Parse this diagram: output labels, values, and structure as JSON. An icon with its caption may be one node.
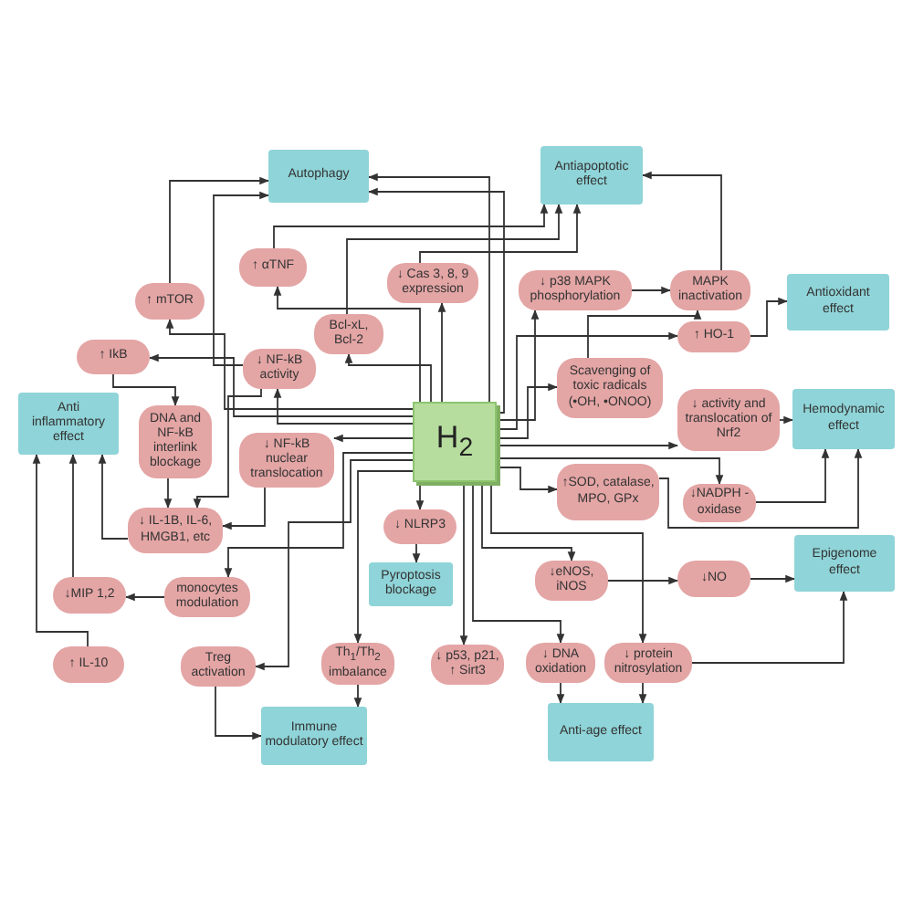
{
  "diagram": {
    "nodes": [
      {
        "text": [
          "H$_{2}$"
        ]
      },
      {
        "text": [
          "Autophagy"
        ]
      },
      {
        "text": [
          "Antiapoptotic effect"
        ]
      },
      {
        "text": [
          "Antioxidant effect"
        ]
      },
      {
        "text": [
          "Anti inflammatory effect"
        ]
      },
      {
        "text": [
          "Hemodynamic effect"
        ]
      },
      {
        "text": [
          "Epigenome effect"
        ]
      },
      {
        "text": [
          "Pyroptosis blockage"
        ]
      },
      {
        "text": [
          "Immune modulatory effect"
        ]
      },
      {
        "text": [
          "Anti-age effect"
        ]
      },
      {
        "text": [
          "↑ mTOR"
        ]
      },
      {
        "text": [
          "↑ αTNF"
        ]
      },
      {
        "text": [
          "↑ IkB"
        ]
      },
      {
        "text": [
          "↓ NF-kB activity"
        ]
      },
      {
        "text": [
          "Bcl-xL, Bcl-2"
        ]
      },
      {
        "text": [
          "↓ Cas 3, 8, 9 expression"
        ]
      },
      {
        "text": [
          "↓ p38 MAPK phosphorylation"
        ]
      },
      {
        "text": [
          "MAPK inactivation"
        ]
      },
      {
        "text": [
          "↑ HO-1"
        ]
      },
      {
        "text": [
          "Scavenging of toxic radicals (•OH, •ONOO)"
        ]
      },
      {
        "text": [
          "↓ activity and translocation of Nrf2"
        ]
      },
      {
        "text": [
          "DNA and NF-kB interlink blockage"
        ]
      },
      {
        "text": [
          "↓ NF-kB nuclear translocation"
        ]
      },
      {
        "text": [
          "↓ IL-1B, IL-6, HMGB1, etc"
        ]
      },
      {
        "text": [
          "↓ NLRP3"
        ]
      },
      {
        "text": [
          "↑SOD, catalase, MPO, GPx"
        ]
      },
      {
        "text": [
          "↓NADPH -oxidase"
        ]
      },
      {
        "text": [
          "↓MIP 1,2"
        ]
      },
      {
        "text": [
          "monocytes modulation"
        ]
      },
      {
        "text": [
          "↓eNOS, iNOS"
        ]
      },
      {
        "text": [
          "↓NO"
        ]
      },
      {
        "text": [
          "↑ IL-10"
        ]
      },
      {
        "text": [
          "Treg activation"
        ]
      },
      {
        "text": [
          "Th$_{1}$/Th$_{2}$ imbalance"
        ]
      },
      {
        "text": [
          "↓ p53, p21, ↑ Sirt3"
        ]
      },
      {
        "text": [
          "↓ DNA oxidation"
        ]
      },
      {
        "text": [
          "↓ protein nitrosylation"
        ]
      }
    ],
    "edges": [
      {
        "from": 0,
        "to": 1,
        "arrow": "to"
      },
      {
        "from": 0,
        "to": 1,
        "arrow": "to"
      },
      {
        "from": 0,
        "to": 11,
        "arrow": "to"
      },
      {
        "from": 0,
        "to": 14,
        "arrow": "to"
      },
      {
        "from": 0,
        "to": 15,
        "arrow": "to"
      },
      {
        "from": 0,
        "to": 16,
        "arrow": "to"
      },
      {
        "from": 0,
        "to": 18,
        "arrow": "to"
      },
      {
        "from": 0,
        "to": 19,
        "arrow": "to"
      },
      {
        "from": 0,
        "to": 20,
        "arrow": "to"
      },
      {
        "from": 0,
        "to": 26,
        "arrow": "to"
      },
      {
        "from": 0,
        "to": 25,
        "arrow": "to"
      },
      {
        "from": 0,
        "to": 24,
        "arrow": "to"
      },
      {
        "from": 0,
        "to": 34,
        "arrow": "to"
      },
      {
        "from": 0,
        "to": 35,
        "arrow": "to"
      },
      {
        "from": 0,
        "to": 29,
        "arrow": "to"
      },
      {
        "from": 0,
        "to": 36,
        "arrow": "to"
      },
      {
        "from": 0,
        "to": 33,
        "arrow": "to"
      },
      {
        "from": 0,
        "to": 32,
        "arrow": "to"
      },
      {
        "from": 0,
        "to": 28,
        "arrow": "to"
      },
      {
        "from": 0,
        "to": 22,
        "arrow": "to"
      },
      {
        "from": 0,
        "to": 13,
        "arrow": "to"
      },
      {
        "from": 0,
        "to": 12,
        "arrow": "to"
      },
      {
        "from": 0,
        "to": 10,
        "arrow": "to"
      },
      {
        "from": 10,
        "to": 1,
        "arrow": "to"
      },
      {
        "from": 13,
        "to": 1,
        "arrow": "to"
      },
      {
        "from": 13,
        "to": 23,
        "arrow": "to"
      },
      {
        "from": 12,
        "to": 21,
        "arrow": "to"
      },
      {
        "from": 21,
        "to": 23,
        "arrow": "to"
      },
      {
        "from": 22,
        "to": 23,
        "arrow": "to"
      },
      {
        "from": 23,
        "to": 4,
        "arrow": "to"
      },
      {
        "from": 27,
        "to": 4,
        "arrow": "to"
      },
      {
        "from": 31,
        "to": 4,
        "arrow": "to"
      },
      {
        "from": 28,
        "to": 27,
        "arrow": "to"
      },
      {
        "from": 32,
        "to": 8,
        "arrow": "to"
      },
      {
        "from": 33,
        "to": 8,
        "arrow": "to"
      },
      {
        "from": 24,
        "to": 7,
        "arrow": "to"
      },
      {
        "from": 35,
        "to": 9,
        "arrow": "to"
      },
      {
        "from": 36,
        "to": 9,
        "arrow": "to"
      },
      {
        "from": 36,
        "to": 6,
        "arrow": "to"
      },
      {
        "from": 29,
        "to": 30,
        "arrow": "to"
      },
      {
        "from": 30,
        "to": 6,
        "arrow": "to"
      },
      {
        "from": 26,
        "to": 5,
        "arrow": "to"
      },
      {
        "from": 25,
        "to": 5,
        "arrow": "to"
      },
      {
        "from": 20,
        "to": 5,
        "arrow": "to"
      },
      {
        "from": 18,
        "to": 3,
        "arrow": "to"
      },
      {
        "from": 19,
        "to": 17,
        "arrow": "to"
      },
      {
        "from": 16,
        "to": 17,
        "arrow": "to"
      },
      {
        "from": 17,
        "to": 2,
        "arrow": "to"
      },
      {
        "from": 11,
        "to": 2,
        "arrow": "to"
      },
      {
        "from": 14,
        "to": 2,
        "arrow": "to"
      },
      {
        "from": 15,
        "to": 2,
        "arrow": "to"
      }
    ]
  }
}
